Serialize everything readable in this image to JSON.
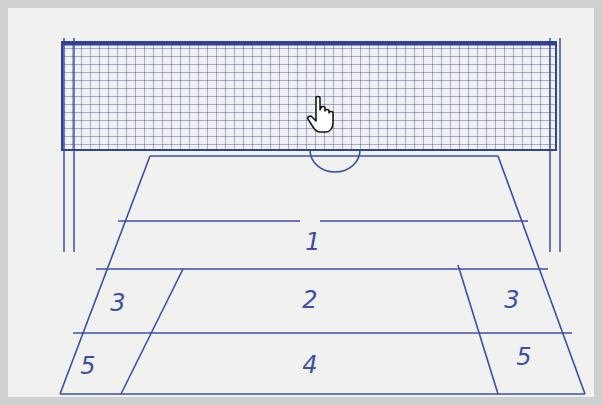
{
  "diagram": {
    "labels": [
      "1",
      "3",
      "2",
      "3",
      "5",
      "4",
      "5"
    ]
  }
}
